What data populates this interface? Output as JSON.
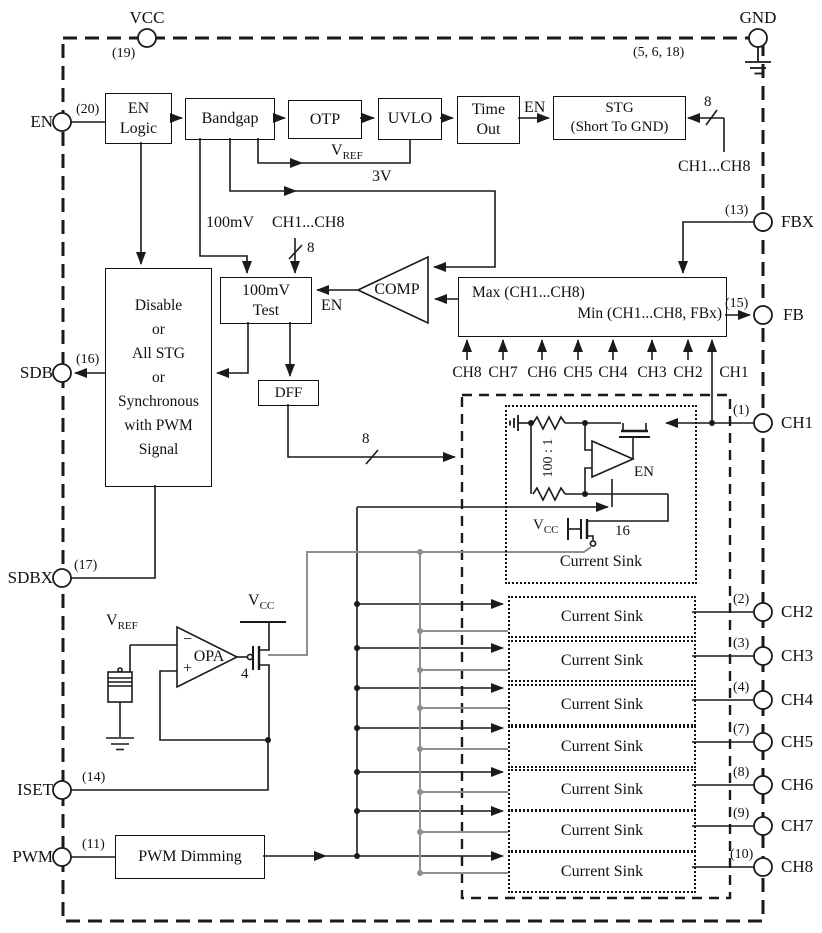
{
  "pins": {
    "vcc": {
      "label": "VCC",
      "num": "(19)"
    },
    "gnd": {
      "label": "GND",
      "num": "(5, 6, 18)"
    },
    "en": {
      "label": "EN",
      "num": "(20)"
    },
    "fbx": {
      "label": "FBX",
      "num": "(13)"
    },
    "fb": {
      "label": "FB",
      "num": "(15)"
    },
    "sdb": {
      "label": "SDB",
      "num": "(16)"
    },
    "sdbx": {
      "label": "SDBX",
      "num": "(17)"
    },
    "iset": {
      "label": "ISET",
      "num": "(14)"
    },
    "pwm": {
      "label": "PWM",
      "num": "(11)"
    },
    "ch1": {
      "label": "CH1",
      "num": "(1)"
    },
    "ch2": {
      "label": "CH2",
      "num": "(2)"
    },
    "ch3": {
      "label": "CH3",
      "num": "(3)"
    },
    "ch4": {
      "label": "CH4",
      "num": "(4)"
    },
    "ch5": {
      "label": "CH5",
      "num": "(7)"
    },
    "ch6": {
      "label": "CH6",
      "num": "(8)"
    },
    "ch7": {
      "label": "CH7",
      "num": "(9)"
    },
    "ch8": {
      "label": "CH8",
      "num": "(10)"
    }
  },
  "blocks": {
    "en_logic": {
      "line1": "EN",
      "line2": "Logic"
    },
    "bandgap": "Bandgap",
    "otp": "OTP",
    "uvlo": "UVLO",
    "timeout": {
      "line1": "Time",
      "line2": "Out"
    },
    "stg": {
      "line1": "STG",
      "line2": "(Short To GND)"
    },
    "test": {
      "line1": "100mV",
      "line2": "Test"
    },
    "disable": {
      "lines": [
        "Disable",
        "or",
        "All STG",
        "or",
        "Synchronous",
        "with PWM",
        "Signal"
      ]
    },
    "dff": "DFF",
    "comp": "COMP",
    "opa": "OPA",
    "maxmin": {
      "max": "Max (CH1...CH8)",
      "min": "Min (CH1...CH8, FBx)"
    },
    "pwm_dimming": "PWM Dimming",
    "current_sink": "Current Sink"
  },
  "signals": {
    "vref_base": "V",
    "vref_sub": "REF",
    "vcc_base": "V",
    "vcc_sub": "CC",
    "v3": "3V",
    "mv100": "100mV",
    "ch_bus": "CH1...CH8",
    "bus8": "8",
    "en": "EN",
    "ratio": "100 : 1",
    "mult16": "16",
    "mult4": "4",
    "minus": "−",
    "plus": "+"
  },
  "sense_labels": [
    "CH8",
    "CH7",
    "CH6",
    "CH5",
    "CH4",
    "CH3",
    "CH2",
    "CH1"
  ],
  "colors": {
    "wire": "#1a1a1a",
    "bias_wire": "#8f8f8f"
  }
}
